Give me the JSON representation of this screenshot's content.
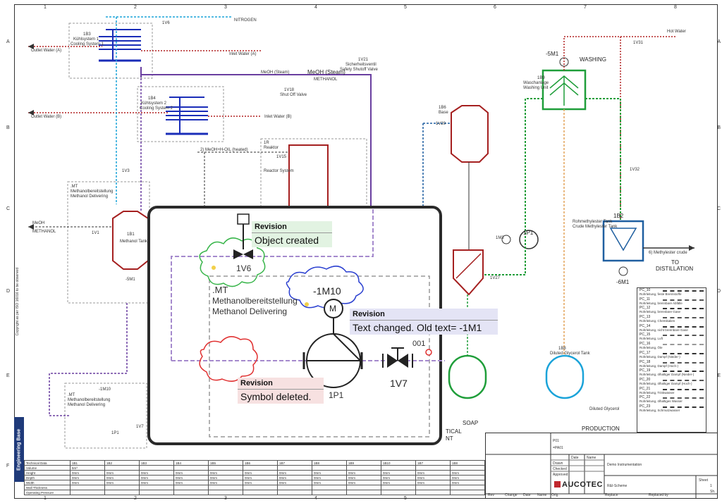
{
  "sheet": {
    "columns": [
      "1",
      "2",
      "3",
      "4",
      "5",
      "6",
      "7",
      "8"
    ],
    "rows": [
      "A",
      "B",
      "C",
      "D",
      "E",
      "F"
    ],
    "side_title": "Engineering Base",
    "copyright": "Copyright as per ISO 16016 to be observed"
  },
  "labels": {
    "cooling1_tag": "1B3",
    "cooling1_name": "Kühlsystem 1",
    "cooling1_name_en": "Cooling System 1",
    "cooling2_tag": "1B4",
    "cooling2_name": "Kühlsystem 2",
    "cooling2_name_en": "Cooling System 2",
    "outlet_water_a": "Outlet Water (A)",
    "outlet_water_b": "Outlet Water (B)",
    "inlet_water_a": "Inlet Water (A)",
    "inlet_water_b": "Inlet Water (B)",
    "nitrogen": "NITROGEN",
    "valve_1v6": "1V6",
    "valve_1v21": "1V21",
    "safety_valve": "Sicherheitsventil",
    "safety_valve_en": "Safety Shutoff Valve",
    "meoh_steam": "MeOH (Steam)",
    "methanol": "METHANOL",
    "valve_1v18": "1V18",
    "shut_off_valve": "Shut Off Valve",
    "reactor_tag": "1R",
    "reactor_de": "Reaktor",
    "reactor_en": "Reactor System",
    "meoh_oil": "2) MeOH+H-OIL (heated)",
    "valve_1v15": "1V15",
    "methanol_line": "METHANOL",
    "meoh_short": "MeOH",
    "mt_small": ".MT",
    "mt_small_de": "Methanolbereitstellung",
    "mt_small_en": "Methanol Delivering",
    "tank_tag": "1B1",
    "tank_name": "Methanol Tank",
    "valve_1v1": "1V1",
    "tank1b6": "1B6",
    "tank1b6_name": "Base",
    "minus_5m1": "-5M1",
    "washing": "WASHING",
    "tank1b9": "1B9",
    "washing_unit_de": "Waschanlage",
    "washing_unit_en": "Washing Unit",
    "hot_water": "Hot Water",
    "valve_1v31": "1V31",
    "pump_1p1": "1P1",
    "motor_1m3": "1M3",
    "tank1b2": "1B2",
    "crude_de": "Rohmethylester Tank",
    "crude_en": "Crude Methylester Tank",
    "to_distillation": "TO",
    "to_distillation2": "DISTILLATION",
    "minus_6m1": "-6M1",
    "methylester_crude": "6) Methylester crude",
    "tank1b8": "1B8",
    "diluted_glycerol": "Diluted Glycerol Tank",
    "diluted_glycerol2": "Diluted Glycerol",
    "soap": "SOAP",
    "production": "PRODUCTION",
    "tical": "TICAL",
    "nt": "NT",
    "small_1m10": "-1M10",
    "small_1v7": "1V7",
    "small_1p1": "1P1",
    "valve_1v27": "1V27",
    "minus_5m1b": "-5M1",
    "valve_1v3": "1V3",
    "valve_1v20": "1V20",
    "valve_1v32": "1V32"
  },
  "zoom": {
    "mt": ".MT",
    "mt_de": "Methanolbereitstellung",
    "mt_en": "Methanol Delivering",
    "m10": "-1M10",
    "motor_m": "M",
    "pump": "1P1",
    "valve_1v7": "1V7",
    "valve_1v6": "1V6",
    "num_001": "001",
    "rev1_title": "Revision",
    "rev1_msg": "Object created",
    "rev2_title": "Revision",
    "rev2_msg": "Text changed. Old text= -1M1",
    "rev3_title": "Revision",
    "rev3_msg": "Symbol deleted."
  },
  "tech_table": {
    "header": [
      "Technical Data",
      "1B1",
      "1B2",
      "1B3",
      "1B4",
      "1B5",
      "1B6",
      "1B7",
      "1B8",
      "1B9",
      "1B10",
      "1B7",
      "1B8"
    ],
    "rows": [
      [
        "Volume",
        "5m³",
        "",
        "",
        "",
        "",
        "",
        "",
        "",
        "",
        "",
        "",
        ""
      ],
      [
        "Height",
        "0mm",
        "0mm",
        "0mm",
        "0mm",
        "0mm",
        "0mm",
        "0mm",
        "0mm",
        "0mm",
        "0mm",
        "0mm",
        "0mm"
      ],
      [
        "Depth",
        "0mm",
        "0mm",
        "0mm",
        "0mm",
        "0mm",
        "0mm",
        "0mm",
        "0mm",
        "0mm",
        "0mm",
        "0mm",
        "0mm"
      ],
      [
        "Width",
        "0mm",
        "0mm",
        "0mm",
        "0mm",
        "0mm",
        "0mm",
        "0mm",
        "0mm",
        "0mm",
        "0mm",
        "0mm",
        "0mm"
      ],
      [
        "Wall Thickness",
        "",
        "",
        "",
        "",
        "",
        "",
        "",
        "",
        "",
        "",
        "",
        ""
      ],
      [
        "Operating Pressure",
        "",
        "",
        "",
        "",
        "",
        "",
        "",
        "",
        "",
        "",
        "",
        ""
      ]
    ]
  },
  "legend": [
    {
      "code": "PC_10",
      "desc": "Rohrleitung, feste Brennstoffe",
      "color": "#333333"
    },
    {
      "code": "PC_11",
      "desc": "Rohrleitung, brennbare Abfälle",
      "color": "#555555"
    },
    {
      "code": "PC_12",
      "desc": "Rohrleitung, brennbare Gase",
      "color": "#333333"
    },
    {
      "code": "PC_13",
      "desc": "Rohrleitung, Chemikalien",
      "color": "#555555"
    },
    {
      "code": "PC_14",
      "desc": "Rohrleitung, nicht brennbare Gase",
      "color": "#333333"
    },
    {
      "code": "PC_15",
      "desc": "Rohrleitung, Luft",
      "color": "#555555"
    },
    {
      "code": "PC_16",
      "desc": "Rohrleitung, Öle",
      "color": "#999999"
    },
    {
      "code": "PC_17",
      "desc": "Rohrleitung, Dampf (Nieder-)",
      "color": "#333333"
    },
    {
      "code": "PC_18",
      "desc": "Rohrleitung, Dampf (Hoch-)",
      "color": "#555555"
    },
    {
      "code": "PC_19",
      "desc": "Rohrleitung, ölhaltiger Dampf (Nieder-)",
      "color": "#333333"
    },
    {
      "code": "PC_20",
      "desc": "Rohrleitung, ölhaltiger Dampf (Hoch-)",
      "color": "#555555"
    },
    {
      "code": "PC_21",
      "desc": "Rohrleitung, Trinkwasser",
      "color": "#333333"
    },
    {
      "code": "PC_22",
      "desc": "Rohrleitung, ölhaltiges Wasser",
      "color": "#555555"
    },
    {
      "code": "PC_23",
      "desc": "Rohrleitung, Schmutzwasser",
      "color": "#333333"
    }
  ],
  "titleblock": {
    "p01": "P01",
    "plant": "=PA01",
    "date_h": "Date",
    "name_h": "Name",
    "drawn": "Drawn",
    "checked": "Checked",
    "approved": "Approved",
    "description": "Demo Instrumentation",
    "company": "AUCOTEC",
    "scheme": "R&I-Scheme",
    "sheet": "Sheet",
    "sheet_no": "1",
    "sh": "Sh.",
    "rev": "Rev",
    "change": "Change",
    "date": "Date",
    "name": "Name",
    "orig": "Orig.",
    "replace": "Replace",
    "replaced_by": "Replaced by"
  },
  "colors": {
    "cooling_blue": "#1a2db8",
    "water_red": "#b22222",
    "steam_purple": "#6a3fa0",
    "washing_green": "#1f9e3a",
    "tank_red": "#a52020",
    "tank_green": "#1f9e3a",
    "tank_cyan": "#1aa3d9",
    "tank_blue": "#1f5fa0",
    "glycerol_orange": "#e3a35a",
    "rev1_bg": "#e2f3e2",
    "rev2_bg": "#e4e4f5",
    "rev3_bg": "#f7e1e1",
    "cloud_green": "#38b54a",
    "cloud_blue": "#2a3fd0",
    "cloud_red": "#e03030"
  }
}
